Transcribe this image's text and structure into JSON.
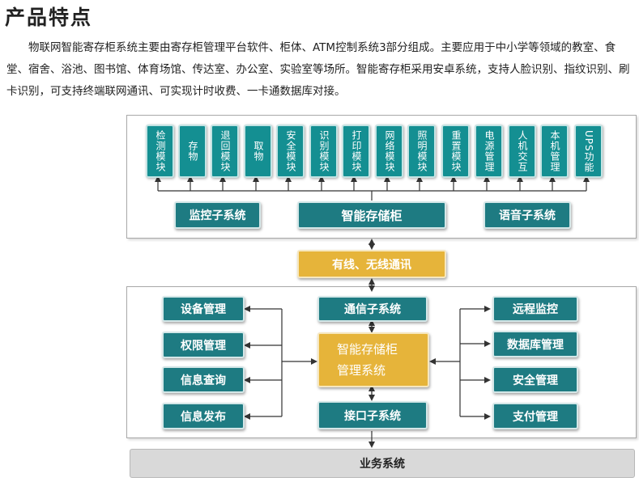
{
  "title": "产品特点",
  "intro": "物联网智能寄存柜系统主要由寄存柜管理平台软件、柜体、ATM控制系统3部分组成。主要应用于中小学等领域的教室、食堂、宿舍、浴池、图书馆、体育场馆、传达室、办公室、实验室等场所。智能寄存柜采用安卓系统，支持人脸识别、指纹识别、刷卡识别，可支持终端联网通讯、可实现计时收费、一卡通数据库对接。",
  "modules": [
    "检测模块",
    "存物",
    "退回模块",
    "取物",
    "安全模块",
    "识别模块",
    "打印模块",
    "网络模块",
    "照明模块",
    "重置模块",
    "电源管理",
    "人机交互",
    "本机管理",
    "UPS功能"
  ],
  "top": {
    "left": "监控子系统",
    "center": "智能存储柜",
    "right": "语音子系统"
  },
  "comm": "有线、无线通讯",
  "left_items": [
    "设备管理",
    "权限管理",
    "信息查询",
    "信息发布"
  ],
  "center": {
    "top": "通信子系统",
    "core_line1": "智能存储柜",
    "core_line2": "管理系统",
    "bottom": "接口子系统"
  },
  "right_items": [
    "远程监控",
    "数据库管理",
    "安全管理",
    "支付管理"
  ],
  "footer": "业务系统",
  "colors": {
    "teal": "#1e7b82",
    "module": "#148f92",
    "gold": "#e6b43a",
    "grey": "#d9d9d9"
  }
}
